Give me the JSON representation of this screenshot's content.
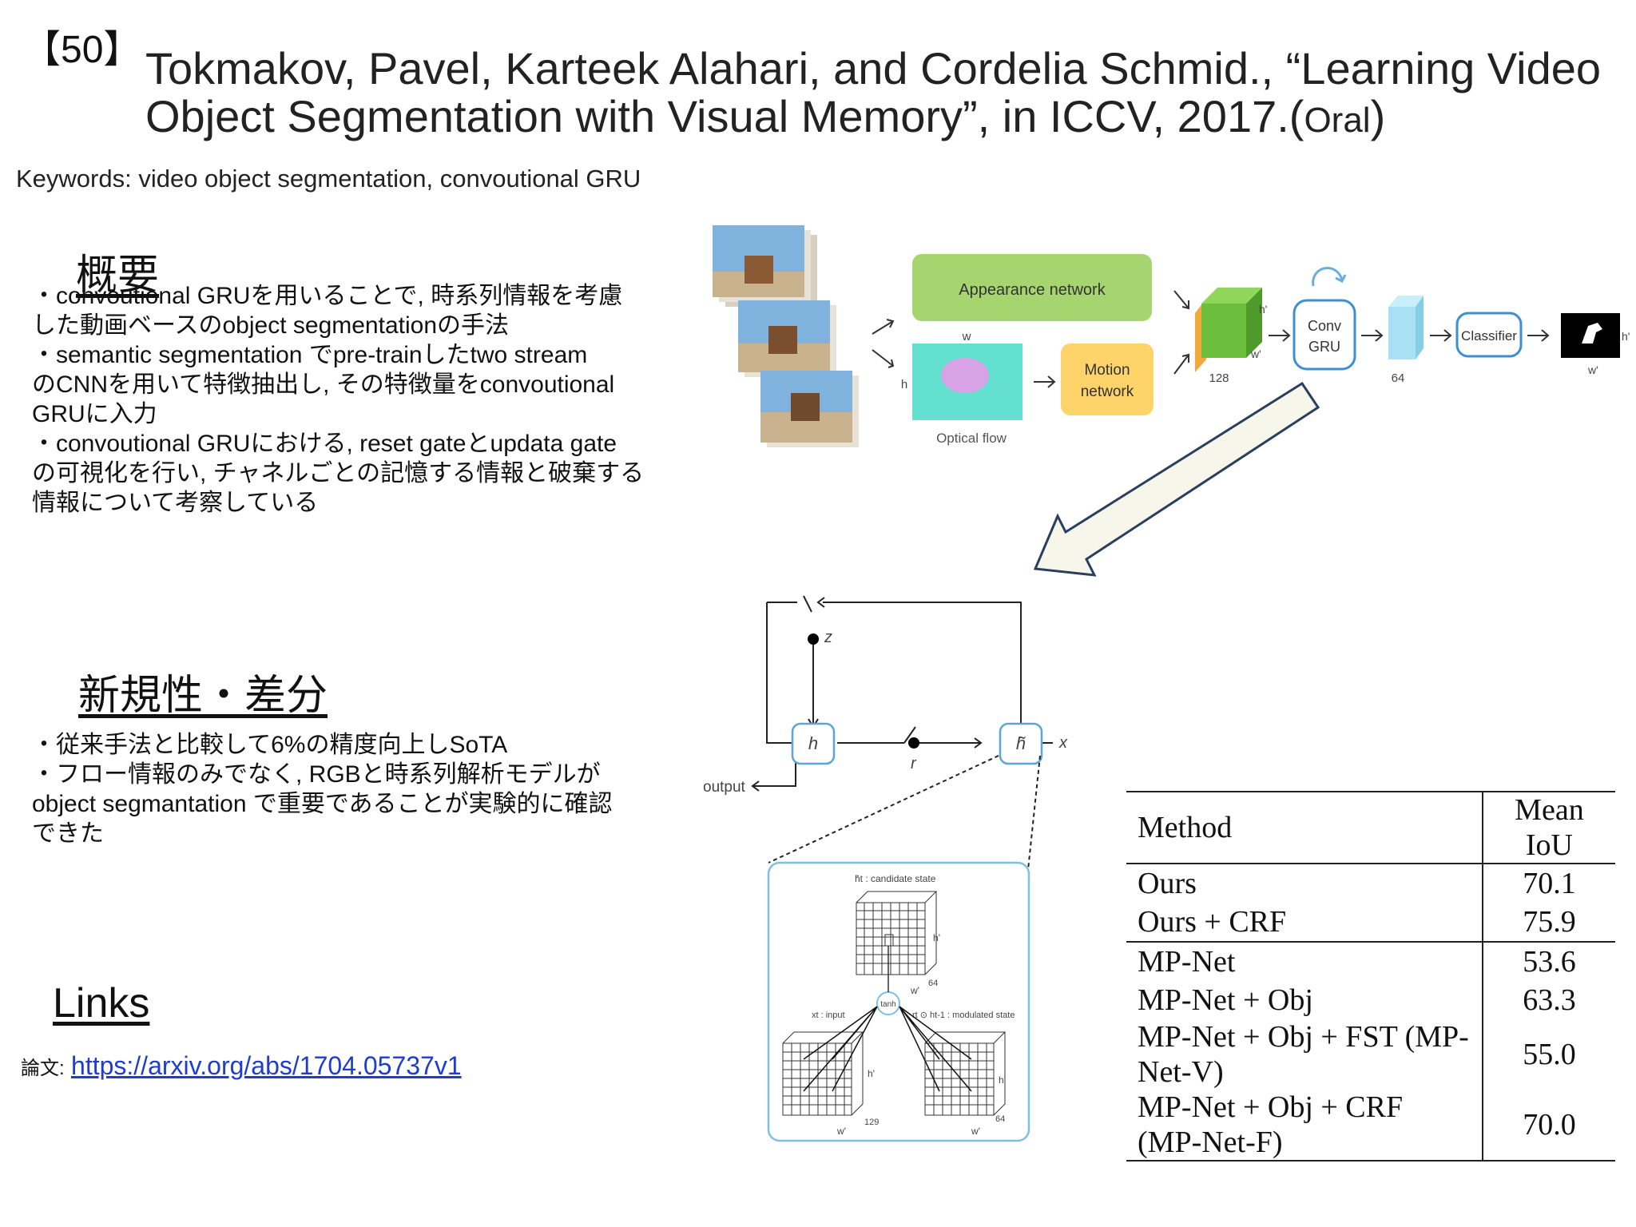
{
  "header": {
    "number": "【50】",
    "title_line1": "Tokmakov, Pavel, Karteek Alahari, and Cordelia Schmid., “Learning Video",
    "title_line2": "Object Segmentation with Visual Memory”, in ICCV, 2017.(",
    "title_oral": "Oral",
    "title_close": ")"
  },
  "keywords": "Keywords: video object segmentation, convoutional GRU",
  "overview": {
    "heading": "概要",
    "lines": [
      "・convoutional GRUを用いることで, 時系列情報を考慮",
      "した動画ベースのobject segmentationの手法",
      "・semantic segmentation でpre-trainしたtwo stream",
      "のCNNを用いて特徴抽出し, その特徴量をconvoutional",
      "GRUに入力",
      "・convoutional GRUにおける, reset gateとupdata gate",
      "の可視化を行い, チャネルごとの記憶する情報と破棄する",
      "情報について考察している"
    ]
  },
  "novelty": {
    "heading": "新規性・差分",
    "lines": [
      "・従来手法と比較して6%の精度向上しSoTA",
      "・フロー情報のみでなく, RGBと時系列解析モデルが",
      "object segmantation で重要であることが実験的に確認",
      "できた"
    ]
  },
  "links": {
    "heading": "Links",
    "paper_label": "論文:",
    "paper_url": "https://arxiv.org/abs/1704.05737v1"
  },
  "figure_top": {
    "appearance": "Appearance network",
    "motion_line1": "Motion",
    "motion_line2": "network",
    "optical_flow": "Optical flow",
    "w": "w",
    "h": "h",
    "conv_line1": "Conv",
    "conv_line2": "GRU",
    "classifier": "Classifier",
    "dim128": "128",
    "dim64": "64",
    "hprime": "h'",
    "wprime": "w'"
  },
  "figure_gru": {
    "z": "z",
    "r": "r",
    "h": "h",
    "htilde": "h̃",
    "x": "x",
    "output": "output"
  },
  "figure_detail": {
    "candidate": "h̃t : candidate state",
    "input": "xt : input",
    "modulated": "rt ⊙ ht-1 : modulated state",
    "tanh": "tanh",
    "hprime": "h'",
    "wprime": "w'",
    "d64": "64",
    "d129": "129"
  },
  "table": {
    "headers": [
      "Method",
      "Mean IoU"
    ],
    "rows": [
      {
        "method": "Ours",
        "iou": "70.1"
      },
      {
        "method": "Ours + CRF",
        "iou": "75.9"
      },
      {
        "method": "MP-Net",
        "iou": "53.6"
      },
      {
        "method": "MP-Net + Obj",
        "iou": "63.3"
      },
      {
        "method": "MP-Net + Obj + FST (MP-Net-V)",
        "iou": "55.0"
      },
      {
        "method": "MP-Net + Obj + CRF (MP-Net-F)",
        "iou": "70.0"
      }
    ]
  },
  "colors": {
    "appearance": "#a6d46f",
    "motion": "#fdd36a",
    "conv_gru_border": "#3d8fd1",
    "link": "#1f3dcc"
  }
}
